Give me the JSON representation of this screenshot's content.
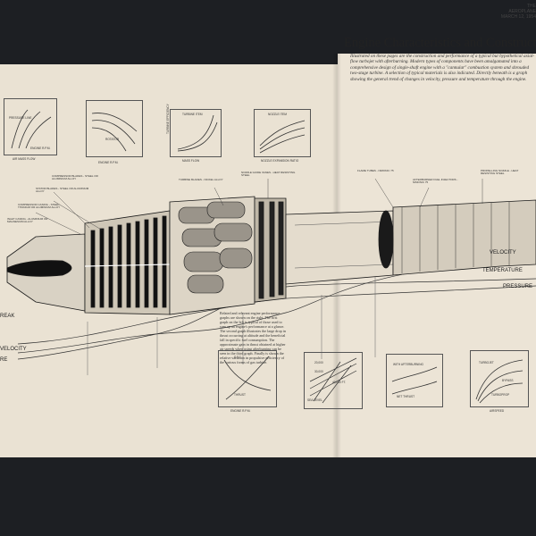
{
  "magazine": {
    "name": "THE AEROPLANE",
    "date": "MARCH 12, 1954"
  },
  "title": "Engine Characteristics and Construction",
  "intro_text": "Illustrated on these pages are the construction and performance of a typical but hypothetical axial-flow turbojet with afterburning. Modern types of components have been amalgamated into a comprehensive design of single-shaft engine with a \"cannular\" combustion system and shrouded two-stage turbine. A selection of typical materials is also indicated. Directly beneath is a graph showing the general trend of changes in velocity, pressure and temperature through the engine.",
  "performance_caption": "Related and relevant engine performance graphs are shown on the right. The first graph on the left is typical of those used to sum up an engine's performance at a glance. The second graph illustrates the large drop in thrust occurring at altitude and the beneficial fall in specific fuel consumption. The approximate gain in thrust obtained at higher air speeds when using afterburning can be seen in the third graph. Finally is shown the relative variation in propulsive efficiency of the various forms of gas turbine.",
  "profile_labels": {
    "velocity": "VELOCITY",
    "temperature": "TEMPERATURE",
    "pressure": "PRESSURE",
    "left_velocity": "VELOCITY",
    "left_re": "RE",
    "left_break": "REAK"
  },
  "top_charts": [
    {
      "xlabel": "AIR MASS FLOW",
      "ylabel": "",
      "labels": [
        "PRESSURE LINE",
        "ENGINE R.P.M."
      ]
    },
    {
      "xlabel": "ENGINE R.P.M.",
      "ylabel": "",
      "labels": [
        "ROTATOR"
      ]
    },
    {
      "xlabel": "MASS FLOW",
      "ylabel": "TURBINE EFFICIENCY",
      "labels": [
        "TURBINE ITEM"
      ]
    },
    {
      "xlabel": "NOZZLE EXPANSION RATIO",
      "ylabel": "",
      "labels": [
        "NOZZLE ITEM"
      ]
    }
  ],
  "bottom_charts": [
    {
      "xlabel": "ENGINE R.P.M.",
      "labels": [
        "S.F.C.",
        "THRUST"
      ]
    },
    {
      "xlabel": "",
      "labels": [
        "20,000",
        "30,000",
        "40,000 FT.",
        "SEA LEVEL"
      ]
    },
    {
      "xlabel": "",
      "labels": [
        "WITH AFTERBURNING",
        "NET THRUST"
      ]
    },
    {
      "xlabel": "AIRSPEED",
      "labels": [
        "TURBOJET",
        "BYPASS",
        "TURBOPROP"
      ]
    }
  ],
  "callouts": [
    "COMPRESSOR BLADES - STEEL OR ALUMINIUM ALLOY",
    "STATOR BLADES - STEEL OR ALUMINIUM ALLOY",
    "COMPRESSOR CASING - STEEL, TITANIUM OR ALUMINIUM ALLOY",
    "INLET CASING - ALUMINIUM OR MAGNESIUM ALLOY",
    "TURBINE BLADES - NICKEL ALLOY",
    "NOZZLE GUIDE VANES - HEAT RESISTING STEEL",
    "FLAME TUBES - NIMONIC 75",
    "AFTERBURNER FUEL INJECTORS - NIMONIC 75",
    "PROPELLING NOZZLE - HEAT RESISTING STEEL"
  ]
}
